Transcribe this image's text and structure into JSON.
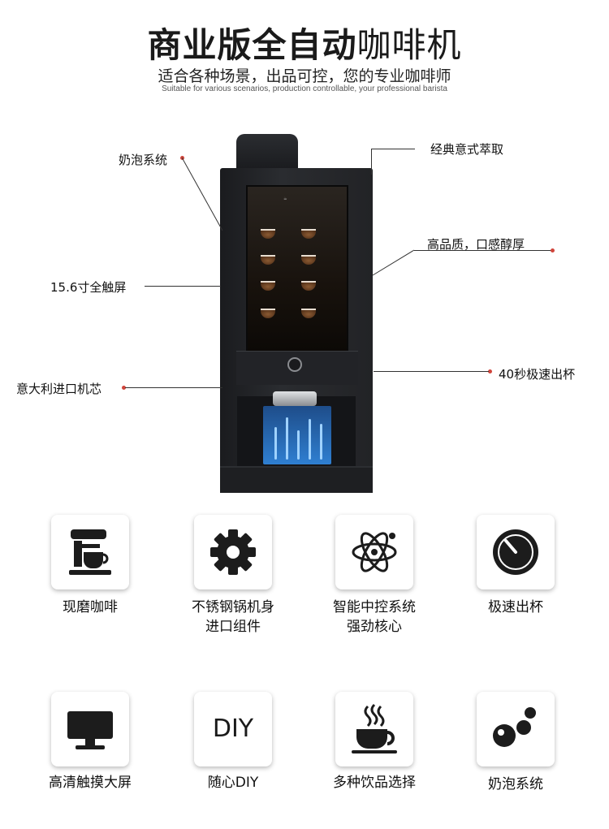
{
  "header": {
    "title_bold": "商业版全自动",
    "title_thin": "咖啡机",
    "subtitle": "适合各种场景，出品可控，您的专业咖啡师",
    "subtitle_en": "Suitable for various scenarios, production controllable, your professional barista"
  },
  "callouts": {
    "milk_foam": "奶泡系统",
    "screen_size": "15.6寸全触屏",
    "core": "意大利进口机芯",
    "extraction": "经典意式萃取",
    "quality": "高品质，口感醇厚",
    "speed": "40秒极速出杯"
  },
  "features": [
    {
      "label": "现磨咖啡",
      "icon": "coffee-grinder-icon"
    },
    {
      "label": "不锈钢锅机身\n进口组件",
      "icon": "gear-icon"
    },
    {
      "label": "智能中控系统\n强劲核心",
      "icon": "atom-icon"
    },
    {
      "label": "极速出杯",
      "icon": "stopwatch-icon"
    },
    {
      "label": "高清触摸大屏",
      "icon": "monitor-icon"
    },
    {
      "label": "随心DIY",
      "icon": "diy-icon",
      "card_text": "DIY"
    },
    {
      "label": "多种饮品选择",
      "icon": "hot-cup-icon"
    },
    {
      "label": "奶泡系统",
      "icon": "bubbles-icon"
    }
  ],
  "accent_dot_color": "#d0453b"
}
